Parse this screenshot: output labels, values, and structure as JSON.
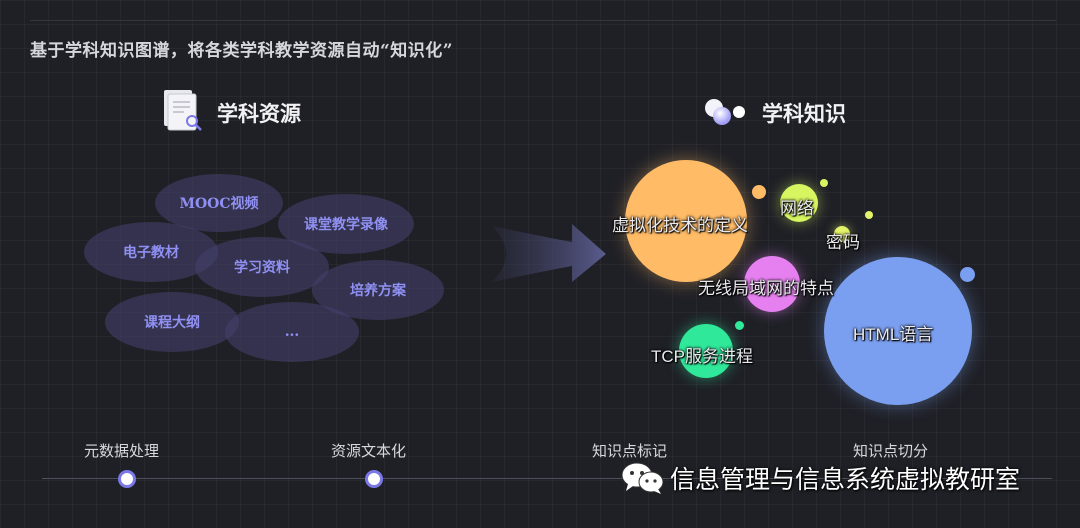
{
  "headline": "基于学科知识图谱，将各类学科教学资源自动“知识化”",
  "left_section": {
    "title": "学科资源",
    "icon": "document-search-icon",
    "items": [
      "MOOC视频",
      "课堂教学录像",
      "电子教材",
      "学习资料",
      "培养方案",
      "课程大纲",
      "..."
    ]
  },
  "right_section": {
    "title": "学科知识",
    "icon": "bubbles-icon",
    "bubbles": [
      {
        "label": "虚拟化技术的定义",
        "color": "#ffbb66"
      },
      {
        "label": "网络",
        "color": "#d6f560"
      },
      {
        "label": "密码",
        "color": "#e3f268"
      },
      {
        "label": "无线局域网的特点",
        "color": "#e680f0"
      },
      {
        "label": "HTML语言",
        "color": "#7b9ff0"
      },
      {
        "label": "TCP服务进程",
        "color": "#30e89a"
      }
    ]
  },
  "timeline": {
    "steps": [
      "元数据处理",
      "资源文本化",
      "知识点标记",
      "知识点切分"
    ]
  },
  "watermark": {
    "icon": "wechat-icon",
    "text": "信息管理与信息系统虚拟教研室"
  },
  "colors": {
    "accent": "#7b78e8",
    "resource_text": "#8f90f2",
    "background": "#1f2026"
  }
}
